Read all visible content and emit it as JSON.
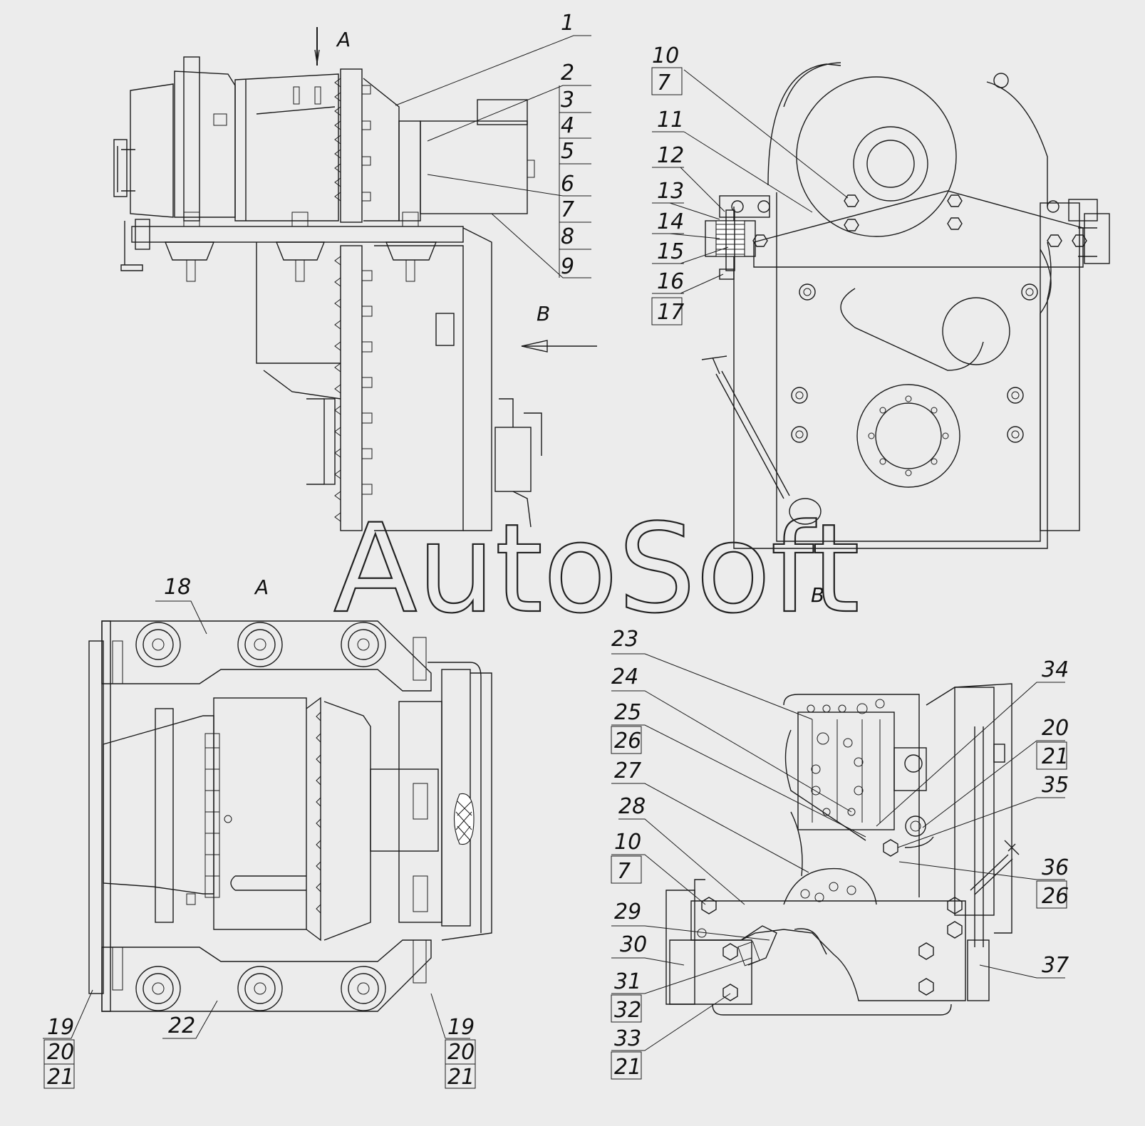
{
  "watermark": "AutoSoft",
  "views": {
    "main": {
      "marker_a": "A",
      "marker_b": "B"
    },
    "view_a": {
      "title": "A"
    },
    "view_b": {
      "title": "B"
    }
  },
  "callouts": [
    {
      "id": "c1",
      "text": "1"
    },
    {
      "id": "c2",
      "text": "2"
    },
    {
      "id": "c3",
      "text": "3"
    },
    {
      "id": "c4",
      "text": "4"
    },
    {
      "id": "c5",
      "text": "5"
    },
    {
      "id": "c6",
      "text": "6"
    },
    {
      "id": "c7",
      "text": "7"
    },
    {
      "id": "c8",
      "text": "8"
    },
    {
      "id": "c9",
      "text": "9"
    },
    {
      "id": "c10a",
      "text": "10"
    },
    {
      "id": "c7a",
      "text": "7"
    },
    {
      "id": "c11",
      "text": "11"
    },
    {
      "id": "c12",
      "text": "12"
    },
    {
      "id": "c13",
      "text": "13"
    },
    {
      "id": "c14",
      "text": "14"
    },
    {
      "id": "c15",
      "text": "15"
    },
    {
      "id": "c16",
      "text": "16"
    },
    {
      "id": "c17",
      "text": "17"
    },
    {
      "id": "c18",
      "text": "18"
    },
    {
      "id": "c19a",
      "text": "19"
    },
    {
      "id": "c20a",
      "text": "20"
    },
    {
      "id": "c21a",
      "text": "21"
    },
    {
      "id": "c22",
      "text": "22"
    },
    {
      "id": "c19b",
      "text": "19"
    },
    {
      "id": "c20b",
      "text": "20"
    },
    {
      "id": "c21b",
      "text": "21"
    },
    {
      "id": "c23",
      "text": "23"
    },
    {
      "id": "c24",
      "text": "24"
    },
    {
      "id": "c25",
      "text": "25"
    },
    {
      "id": "c26a",
      "text": "26"
    },
    {
      "id": "c27",
      "text": "27"
    },
    {
      "id": "c28",
      "text": "28"
    },
    {
      "id": "c10b",
      "text": "10"
    },
    {
      "id": "c7b",
      "text": "7"
    },
    {
      "id": "c29",
      "text": "29"
    },
    {
      "id": "c30",
      "text": "30"
    },
    {
      "id": "c31",
      "text": "31"
    },
    {
      "id": "c32",
      "text": "32"
    },
    {
      "id": "c33",
      "text": "33"
    },
    {
      "id": "c21c",
      "text": "21"
    },
    {
      "id": "c34",
      "text": "34"
    },
    {
      "id": "c20c",
      "text": "20"
    },
    {
      "id": "c21d",
      "text": "21"
    },
    {
      "id": "c35",
      "text": "35"
    },
    {
      "id": "c36",
      "text": "36"
    },
    {
      "id": "c26b",
      "text": "26"
    },
    {
      "id": "c37",
      "text": "37"
    }
  ]
}
